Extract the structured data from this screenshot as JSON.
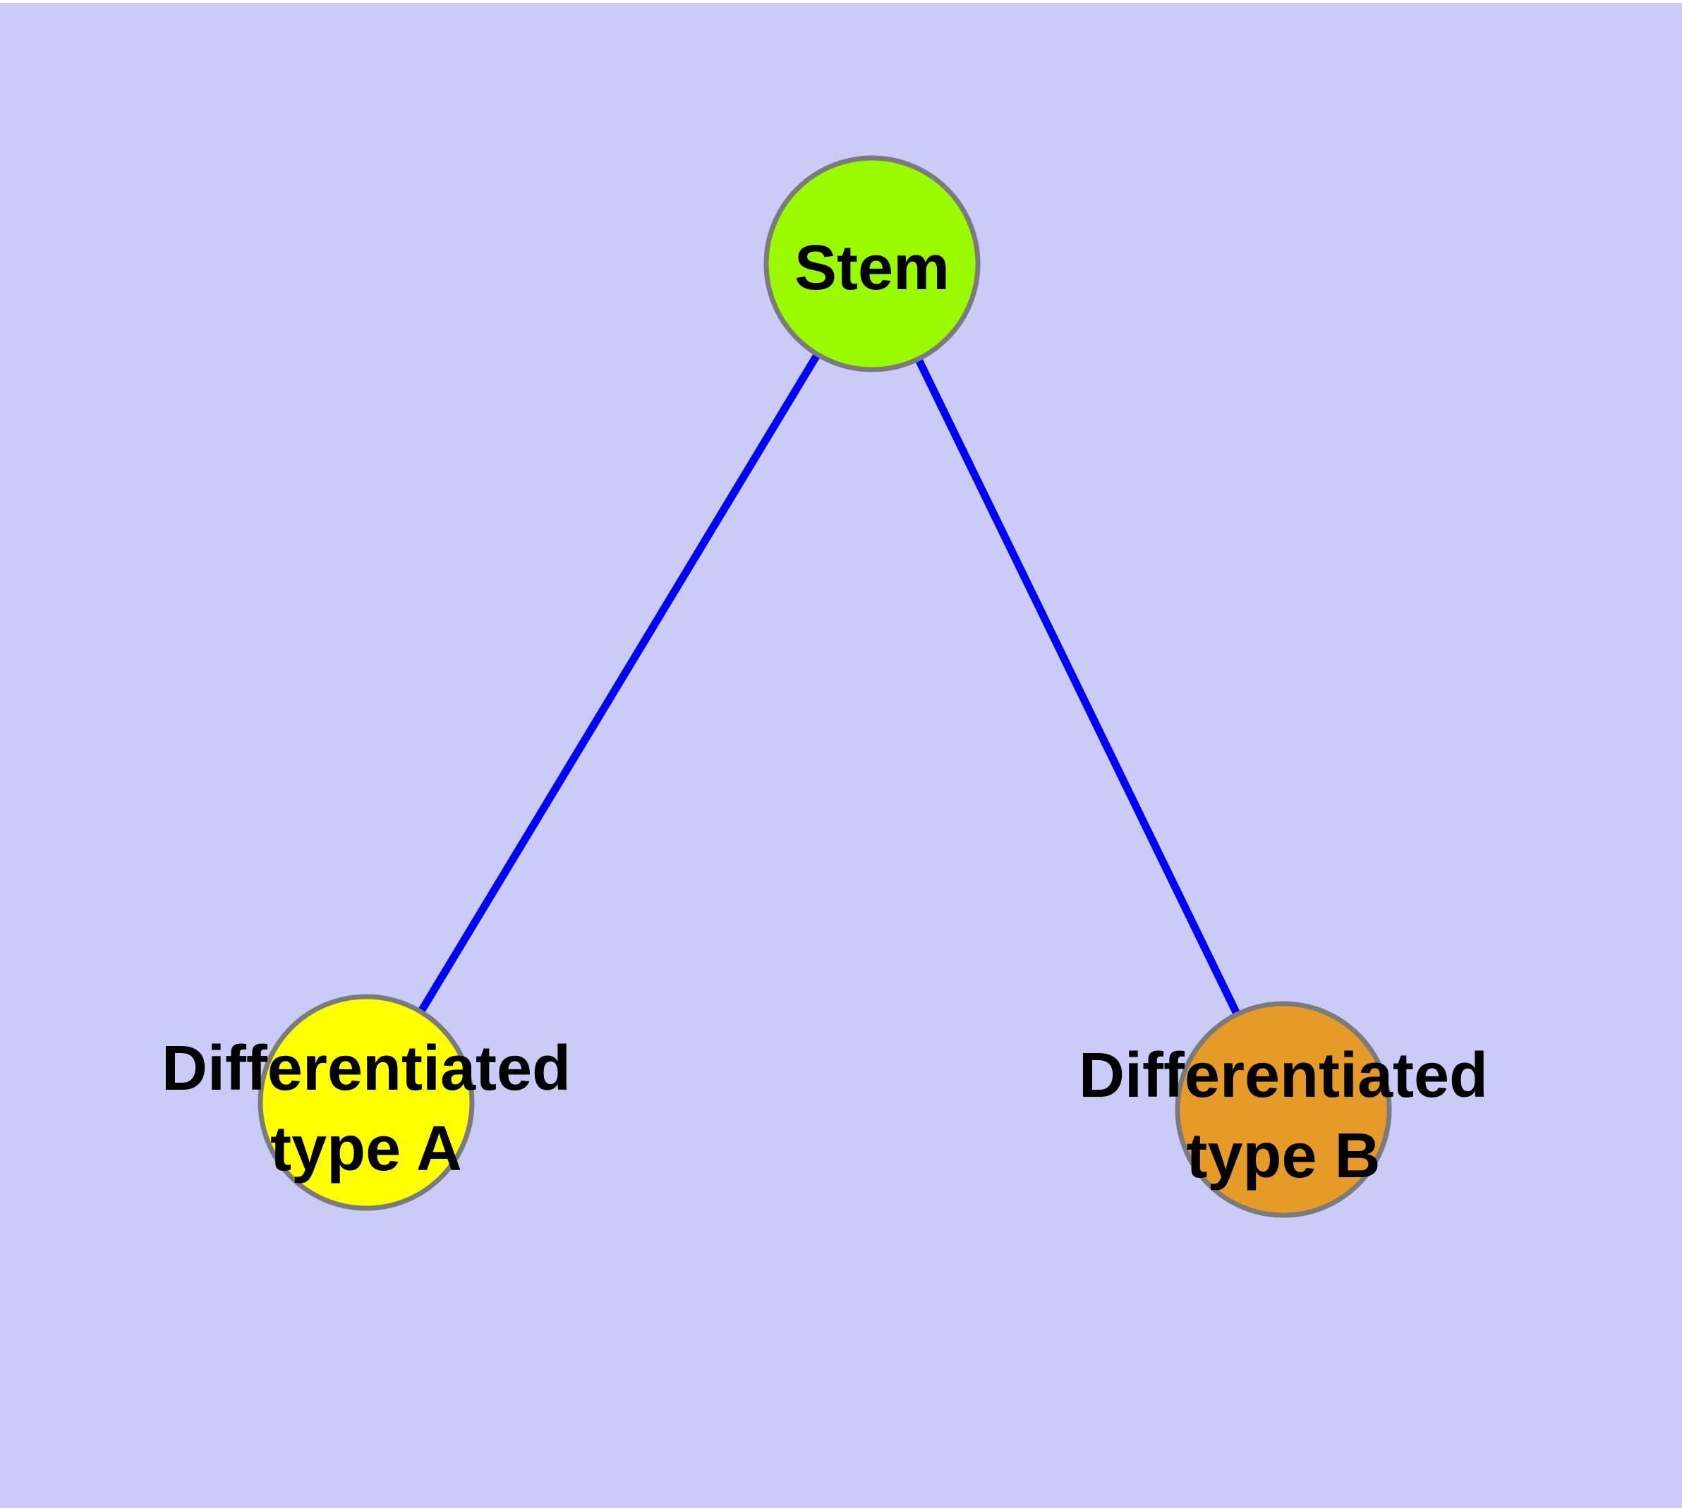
{
  "diagram": {
    "background_color": "#CBCBF7",
    "top_margin_color": "#FFFFFF",
    "edge_color": "#0000FA",
    "node_border_color": "#7B7B7B",
    "label_color": "#000000",
    "nodes": [
      {
        "id": "stem",
        "label": "Stem",
        "fill_color": "#9AFB00"
      },
      {
        "id": "differentiated-type-a",
        "label_line1": "Differentiated",
        "label_line2": "type A",
        "fill_color": "#FFFF00"
      },
      {
        "id": "differentiated-type-b",
        "label_line1": "Differentiated",
        "label_line2": "type B",
        "fill_color": "#E69A28"
      }
    ],
    "edges": [
      {
        "from": "stem",
        "to": "differentiated-type-a"
      },
      {
        "from": "stem",
        "to": "differentiated-type-b"
      }
    ]
  }
}
